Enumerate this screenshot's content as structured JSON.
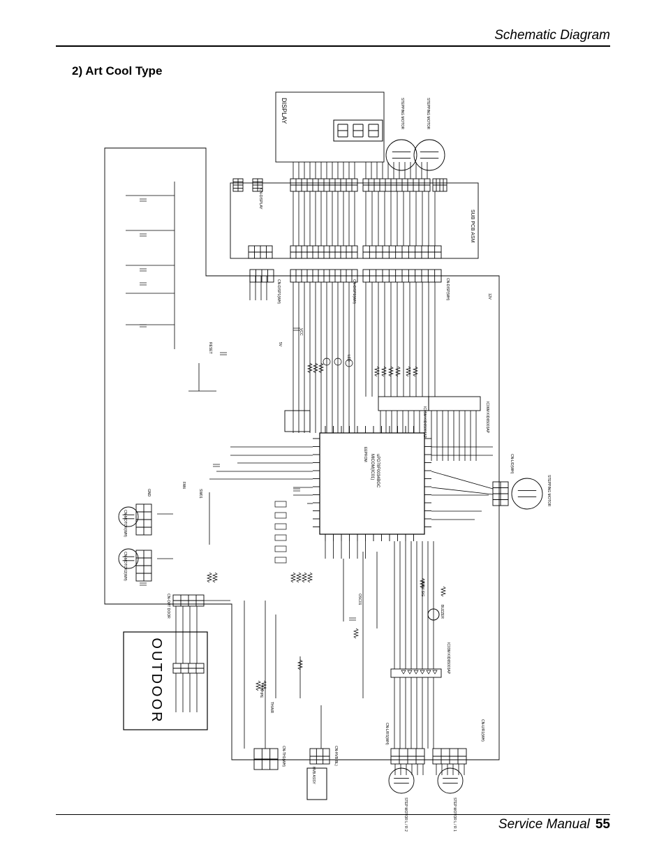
{
  "header": {
    "title": "Schematic Diagram"
  },
  "section": {
    "title": "2) Art Cool Type"
  },
  "footer": {
    "manual": "Service Manual",
    "page": "55"
  },
  "diagram": {
    "outdoor_label": "OUTDOOR",
    "display_label": "DISPLAY",
    "sub_pcb_label": "SUB PCB ASM",
    "mcu_name": "uPD78F0034BGC",
    "mcu_line2": "MICOM(IC01)",
    "ic_driver_top": "IC05M KID65003AP",
    "ic_driver_right": "IC06M KID65003AP",
    "ic_driver_bottom": "IC03M KID65003AP",
    "connectors": [
      "CN-MOTOR(WH)",
      "CN-MOTOR2(WH)",
      "CN-OUT DOOR",
      "CN-TH1(WH)",
      "CN-HVB(BL)",
      "CN-L/RS(WH)",
      "CN-U/R1(WH)",
      "CN-DISPLAY",
      "CN-DISP1(WH)",
      "CN-DISP2(WH)",
      "CN-DISP(WH)",
      "CN-L/D(WH)"
    ],
    "motor_labels": [
      "STEPPING MOTOR",
      "STEPPING MOTOR",
      "STEPPING MOTOR",
      "STEP MOTOR L / R 2",
      "STEP MOTOR L / R 1"
    ],
    "misc_labels": [
      "HVB ASSY",
      "BUZZER",
      "12V",
      "5V",
      "FAN",
      "TH/AIR",
      "TH/PIPE",
      "LED",
      "RESET",
      "OSC01",
      "VCC",
      "GND",
      "EEPROM",
      "SW01",
      "PWM SIG"
    ]
  }
}
